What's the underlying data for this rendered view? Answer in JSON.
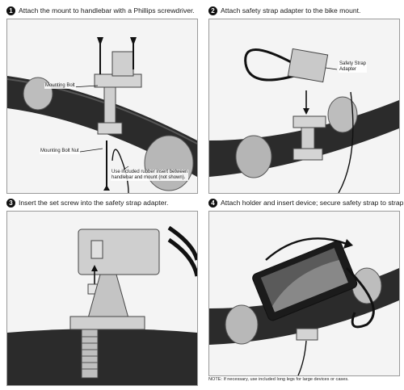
{
  "steps": [
    {
      "number": "1",
      "text": "Attach the mount to handlebar with a Phillips screwdriver.",
      "callouts": {
        "mounting_bolt": "Mounting Bolt",
        "mounting_bolt_nut": "Mounting Bolt Nut",
        "rubber_insert_line1": "Use included rubber insert between",
        "rubber_insert_line2": "handlebar and mount (not shown)."
      }
    },
    {
      "number": "2",
      "text": "Attach safety strap adapter to the bike mount.",
      "callouts": {
        "safety_strap_line1": "Safety Strap",
        "safety_strap_line2": "Adapter"
      }
    },
    {
      "number": "3",
      "text": "Insert the set screw into the safety strap adapter."
    },
    {
      "number": "4",
      "text": "Attach holder and insert device; secure safety strap to strap hook.",
      "note": "NOTE: If necessary, use included long legs for large devices or cases."
    }
  ],
  "icons": [
    "phillips-screwdriver-icon",
    "rotation-arrow-icon"
  ],
  "colors": {
    "ink": "#111111",
    "frame": "#9a9a9a",
    "metal": "#c8c8c8",
    "bar": "#222222"
  }
}
